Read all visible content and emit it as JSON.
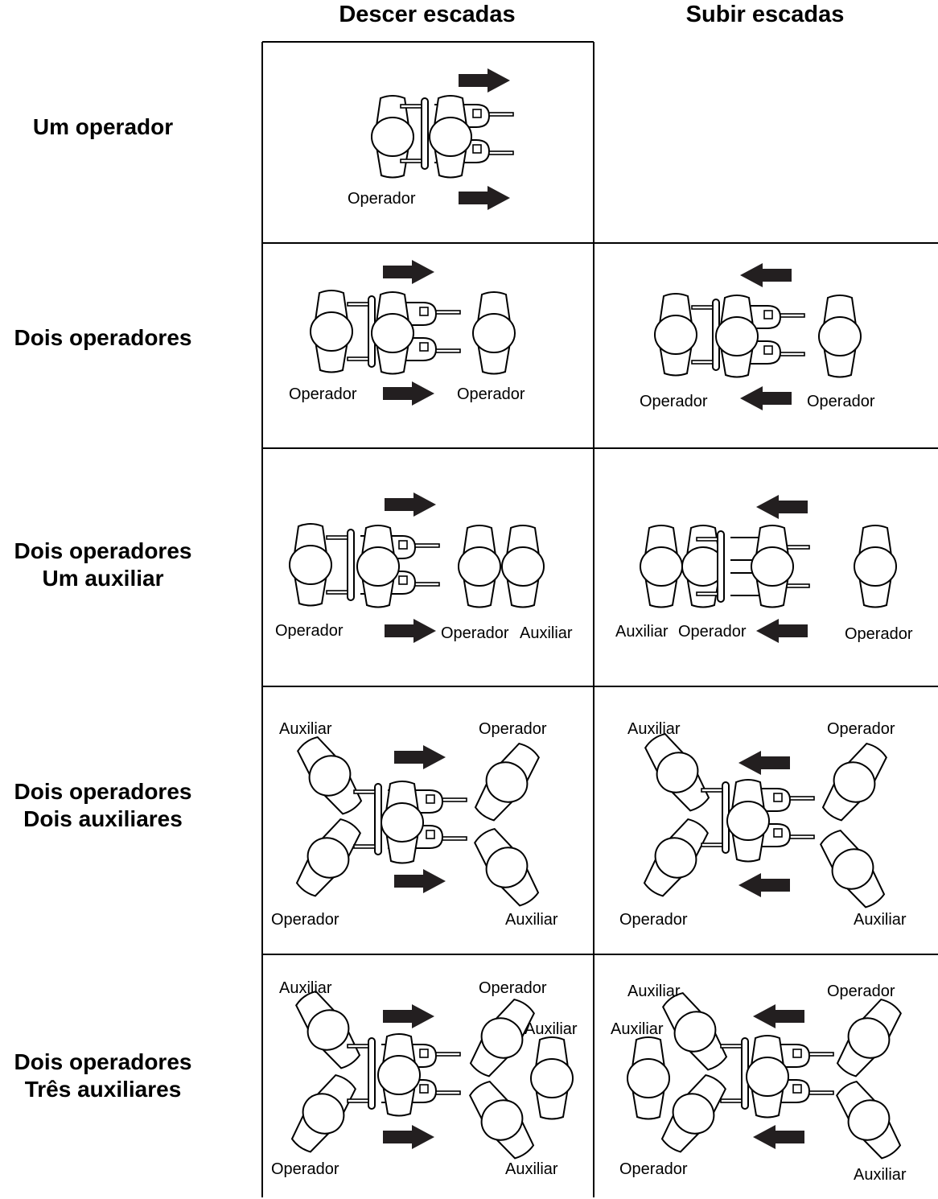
{
  "columns": {
    "down": "Descer escadas",
    "up": "Subir escadas"
  },
  "rows": [
    {
      "line1": "Um operador",
      "line2": ""
    },
    {
      "line1": "Dois operadores",
      "line2": ""
    },
    {
      "line1": "Dois operadores",
      "line2": "Um auxiliar"
    },
    {
      "line1": "Dois operadores",
      "line2": "Dois auxiliares"
    },
    {
      "line1": "Dois operadores",
      "line2": "Três auxiliares"
    }
  ],
  "labels": {
    "operator": "Operador",
    "helper": "Auxiliar"
  },
  "colors": {
    "line": "#000000",
    "arrow": "#231f20",
    "background": "#ffffff"
  }
}
